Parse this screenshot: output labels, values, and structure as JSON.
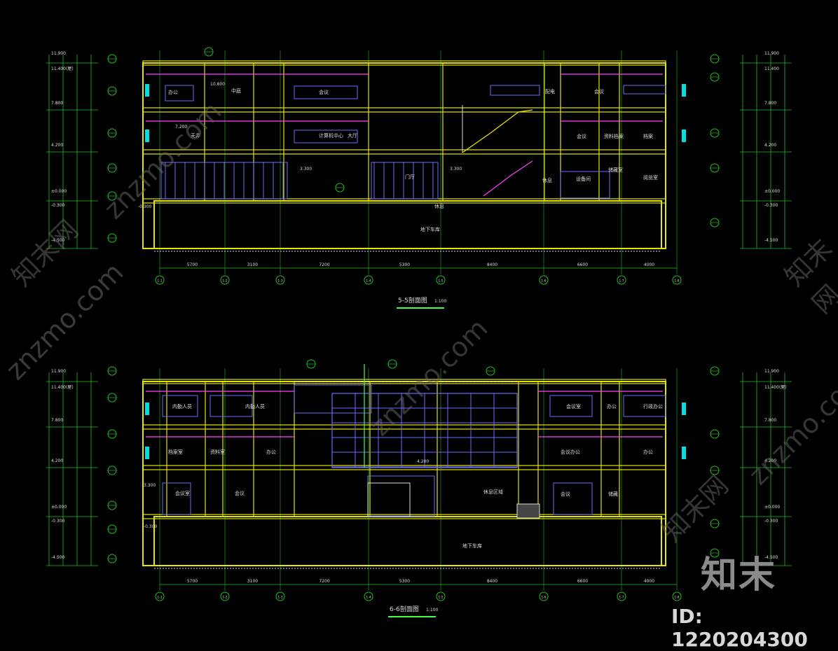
{
  "watermark": {
    "text_latin": "znzmo.com",
    "text_cn": "知末网",
    "logo": "知末",
    "id_label": "ID: 1220204300"
  },
  "sections": [
    {
      "key": "s55",
      "caption": "5-5剖面图",
      "scale": "1:100",
      "spans": [
        "5700",
        "3100",
        "7200",
        "5300",
        "8400",
        "6600",
        "4000"
      ],
      "axes": [
        "1-1",
        "1-2",
        "1-3",
        "1-4",
        "1-5",
        "1-6",
        "1-7",
        "1-8"
      ],
      "elev_left": [
        "11.900",
        "11.400(屋)",
        "7.800",
        "4.200",
        "±0.000",
        "-0.300",
        "-4.500"
      ],
      "elev_right": [
        "11.900",
        "11.400",
        "7.800",
        "4.200",
        "±0.000",
        "-0.300",
        "-4.500"
      ],
      "rooms": [
        "中庭",
        "会议",
        "天井",
        "计算机中心",
        "大厅",
        "会议",
        "门厅",
        "休息",
        "地下车库",
        "配电",
        "会议",
        "资料档案",
        "档案",
        "阅览室",
        "休息",
        "储藏室",
        "设备间",
        "办公"
      ],
      "floor_levels": [
        "10.800",
        "7.200",
        "3.300",
        "3.300",
        "-0.300"
      ]
    },
    {
      "key": "s66",
      "caption": "6-6剖面图",
      "scale": "1:100",
      "spans": [
        "5700",
        "3100",
        "7200",
        "5300",
        "8400",
        "6600",
        "4000"
      ],
      "axes": [
        "1-1",
        "1-2",
        "1-3",
        "1-4",
        "1-5",
        "1-6",
        "1-7",
        "1-8"
      ],
      "elev_left": [
        "11.900",
        "11.400(屋)",
        "7.800",
        "4.200",
        "±0.000",
        "-0.300",
        "-4.500"
      ],
      "elev_right": [
        "11.900",
        "11.400(屋)",
        "7.800",
        "4.200",
        "±0.000",
        "-0.300",
        "-4.500"
      ],
      "rooms": [
        "内勤人员",
        "内勤人员",
        "档案室",
        "资料室",
        "办公",
        "会议室",
        "会议",
        "休息区域",
        "地下车库",
        "会议室",
        "办公",
        "行政办公",
        "会议办公",
        "办公",
        "会议",
        "储藏"
      ],
      "floor_levels": [
        "4.200",
        "3.300",
        "-0.300"
      ]
    }
  ],
  "colors": {
    "wall": "#e6e600",
    "grid": "#1c8c1c",
    "dim": "#22c022",
    "blue": "#6a6aff",
    "magenta": "#ff40ff",
    "cyan": "#00e0e0",
    "white": "#dcdcdc",
    "red": "#ff3030",
    "green_bright": "#44ff44"
  }
}
